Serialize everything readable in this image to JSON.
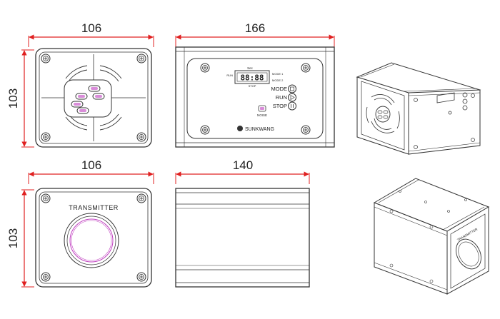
{
  "dimensions": {
    "top_front_width": "106",
    "top_front_height": "103",
    "top_side_width": "166",
    "bottom_front_width": "106",
    "bottom_front_height": "103",
    "bottom_side_width": "140"
  },
  "labels": {
    "transmitter": "TRANSMITTER",
    "transmitter_small": "TRANSMITTER",
    "brand": "SUNKWANG",
    "display_digits": "88:88",
    "mode": "MODE",
    "run": "RUN",
    "stop": "STOP",
    "noise": "NOISE",
    "sec": "Sec",
    "mode1": "MODE 1",
    "mode2": "MODE 2",
    "stop_small": "STOP",
    "run_small": "RUN"
  },
  "colors": {
    "dimension_line": "#e02020",
    "outline": "#333333",
    "lens_ring": "#c040c0"
  }
}
